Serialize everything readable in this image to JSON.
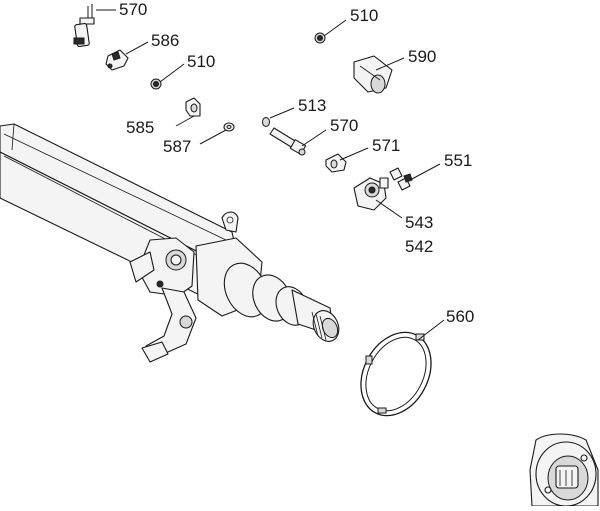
{
  "callouts": {
    "c570_top": "570",
    "c586": "586",
    "c510_left": "510",
    "c585": "585",
    "c587": "587",
    "c513": "513",
    "c570_mid": "570",
    "c510_right": "510",
    "c590": "590",
    "c571": "571",
    "c551": "551",
    "c543": "543",
    "c542": "542",
    "c560": "560"
  },
  "colors": {
    "line": "#1a1a1a",
    "fill_light": "#f4f4f4",
    "fill_mid": "#d9d9d9",
    "fill_dark": "#2a2a2a"
  }
}
